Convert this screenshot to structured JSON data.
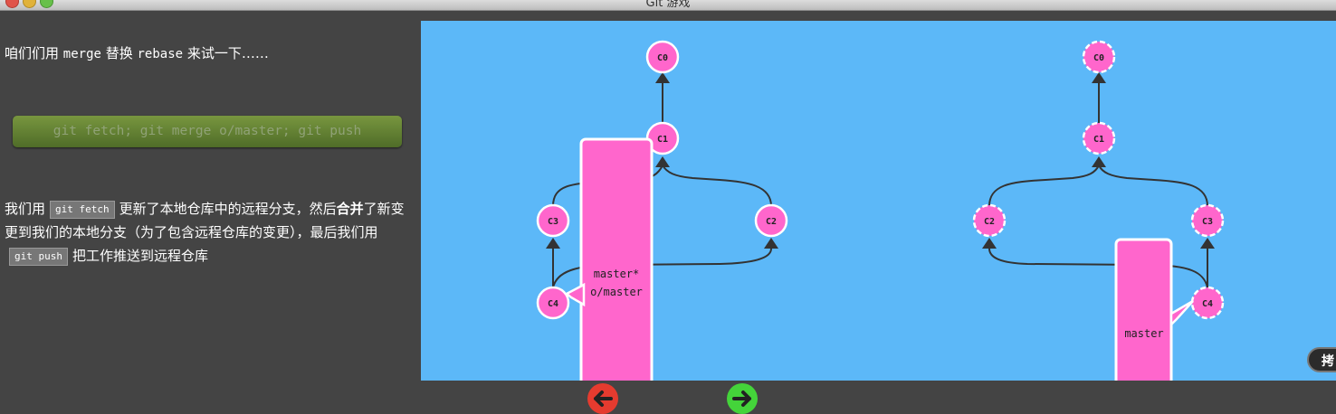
{
  "window": {
    "title": "Git 游戏"
  },
  "intro": {
    "prefix": "咱们们用 ",
    "code1": "merge",
    "mid": " 替换 ",
    "code2": "rebase",
    "suffix": " 来试一下……"
  },
  "command": {
    "label": "git fetch; git merge o/master; git push"
  },
  "description": {
    "part1": "我们用",
    "code1": "git fetch",
    "part2": "更新了本地仓库中的远程分支，然后",
    "bold": "合并",
    "part3": "了新变更到我们的本地分支（为了包含远程仓库的变更），最后我们用",
    "code2": "git push",
    "part4": "把工作推送到远程仓库"
  },
  "local_repo": {
    "commits": [
      "C0",
      "C1",
      "C2",
      "C3",
      "C4"
    ],
    "branch_labels": [
      "master*",
      "o/master"
    ]
  },
  "remote_repo": {
    "commits": [
      "C0",
      "C1",
      "C2",
      "C3",
      "C4"
    ],
    "branch_labels": [
      "master"
    ]
  },
  "colors": {
    "background": "#444444",
    "viz_background": "#5cb8f8",
    "commit": "#ff66cc",
    "command_button": "#5f7d32",
    "back_arrow": "#e53b2f",
    "forward_arrow": "#44d43a"
  },
  "controls": {
    "undo_label": "拷"
  }
}
